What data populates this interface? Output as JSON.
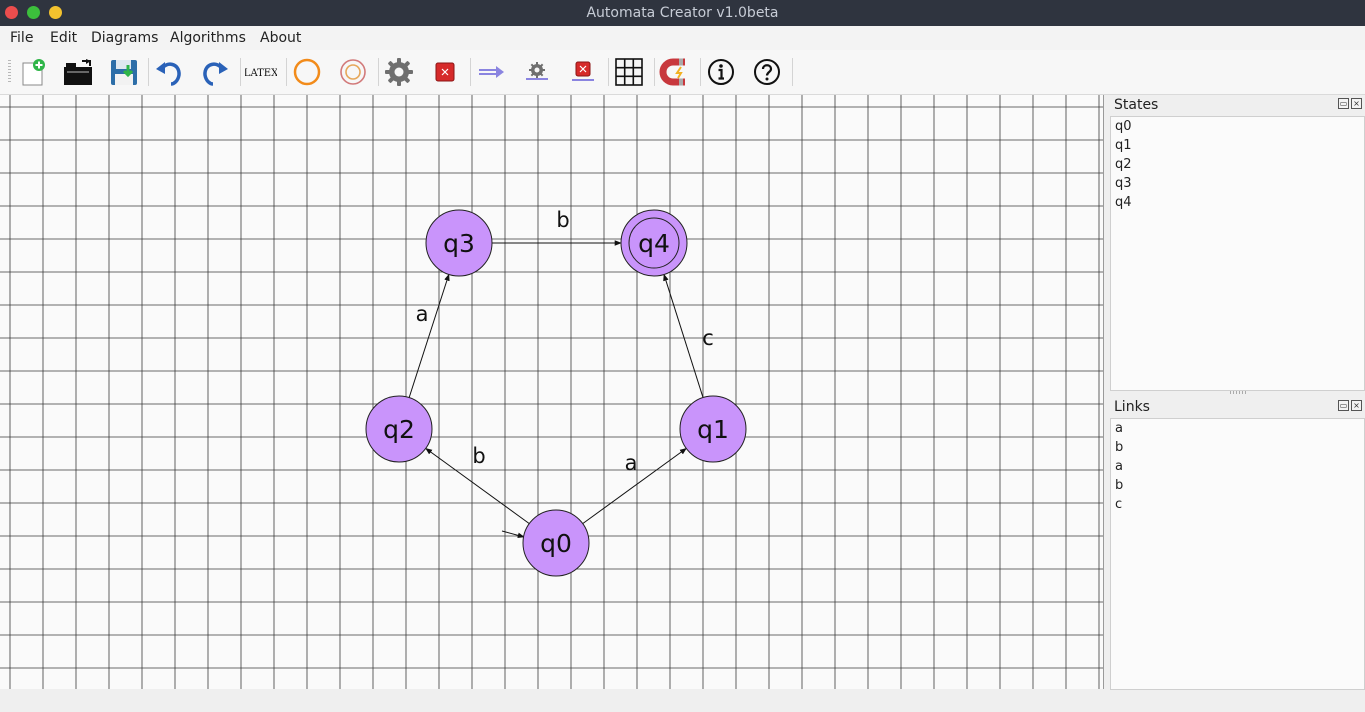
{
  "window": {
    "title": "Automata Creator v1.0beta"
  },
  "menu": [
    {
      "label": "File"
    },
    {
      "label": "Edit"
    },
    {
      "label": "Diagrams"
    },
    {
      "label": "Algorithms"
    },
    {
      "label": "About"
    }
  ],
  "toolbar": {
    "buttons": [
      {
        "icon": "new-document-icon"
      },
      {
        "icon": "open-folder-icon"
      },
      {
        "icon": "save-icon"
      },
      {
        "icon": "undo-icon"
      },
      {
        "icon": "redo-icon"
      },
      {
        "icon": "latex-export-icon",
        "text": "LATEX"
      },
      {
        "icon": "add-state-icon"
      },
      {
        "icon": "add-final-state-icon"
      },
      {
        "icon": "state-settings-gear-icon"
      },
      {
        "icon": "delete-state-icon"
      },
      {
        "icon": "add-link-arrow-icon"
      },
      {
        "icon": "link-settings-gear-icon"
      },
      {
        "icon": "delete-link-icon"
      },
      {
        "icon": "grid-toggle-icon"
      },
      {
        "icon": "snap-magnet-icon"
      },
      {
        "icon": "info-icon"
      },
      {
        "icon": "help-icon"
      }
    ]
  },
  "colors": {
    "state_fill": "#c994fb",
    "state_stroke": "#222222",
    "grid_line": "#3a3a3a",
    "canvas_bg": "#fafafa"
  },
  "diagram": {
    "initial_state": "q0",
    "states": [
      {
        "id": "q0",
        "label": "q0",
        "final": false
      },
      {
        "id": "q1",
        "label": "q1",
        "final": false
      },
      {
        "id": "q2",
        "label": "q2",
        "final": false
      },
      {
        "id": "q3",
        "label": "q3",
        "final": false
      },
      {
        "id": "q4",
        "label": "q4",
        "final": true
      }
    ],
    "transitions": [
      {
        "from": "q0",
        "to": "q1",
        "label": "a"
      },
      {
        "from": "q0",
        "to": "q2",
        "label": "b"
      },
      {
        "from": "q2",
        "to": "q3",
        "label": "a"
      },
      {
        "from": "q3",
        "to": "q4",
        "label": "b"
      },
      {
        "from": "q1",
        "to": "q4",
        "label": "c"
      }
    ]
  },
  "states_panel": {
    "title": "States",
    "items": [
      "q0",
      "q1",
      "q2",
      "q3",
      "q4"
    ]
  },
  "links_panel": {
    "title": "Links",
    "items": [
      "a",
      "b",
      "a",
      "b",
      "c"
    ]
  }
}
